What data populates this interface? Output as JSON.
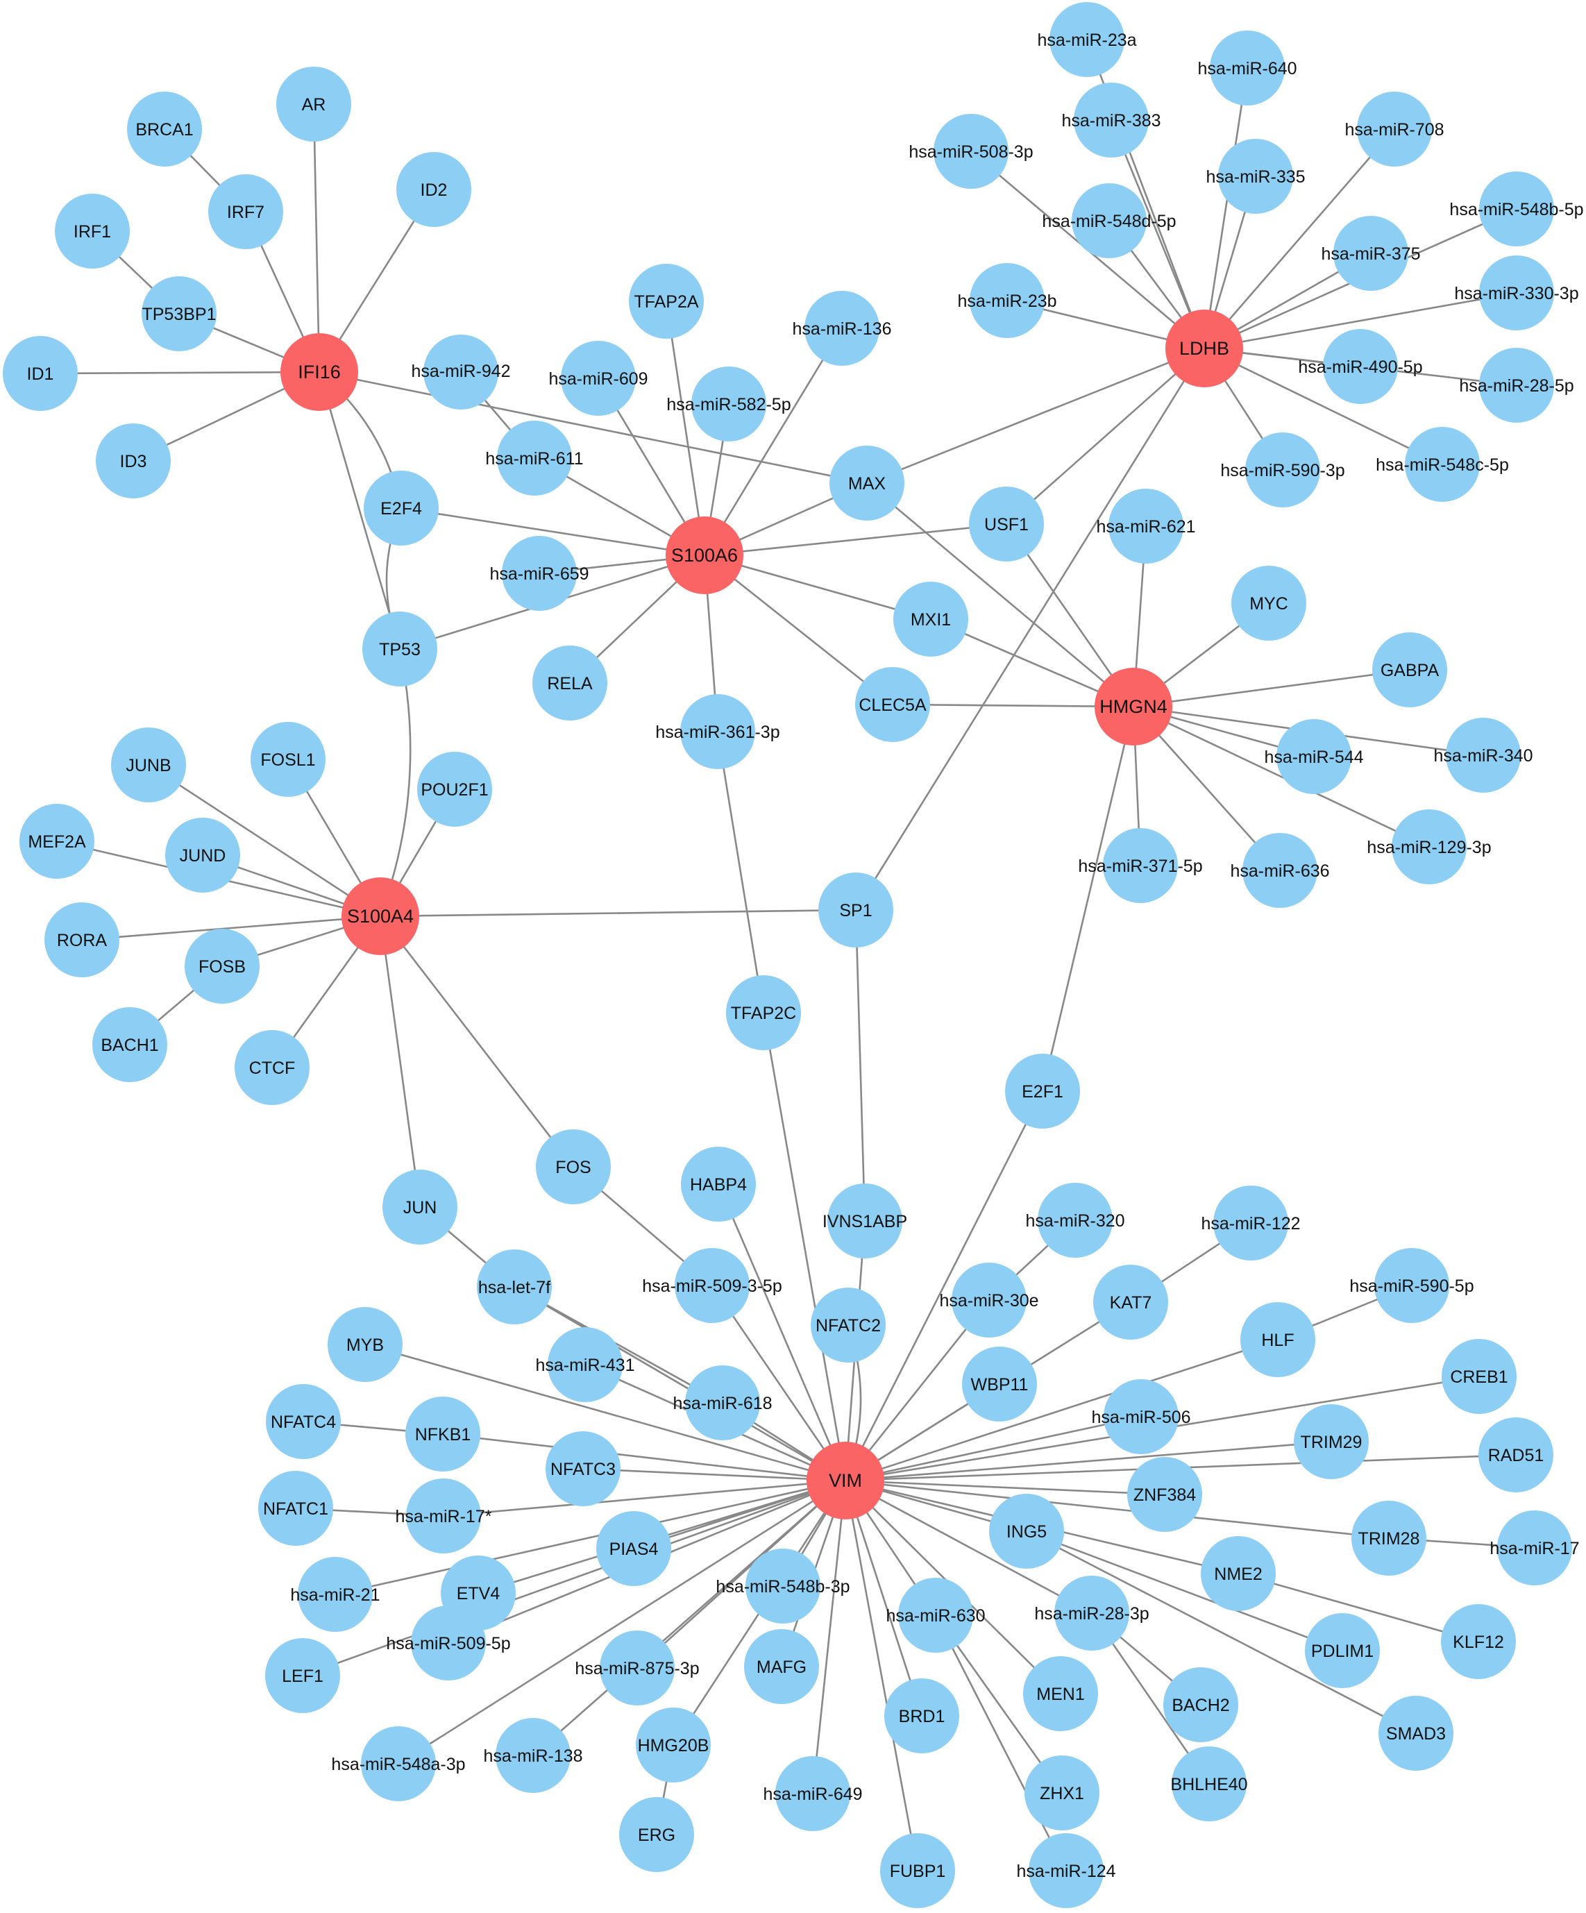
{
  "colors": {
    "hub": "#fb6464",
    "node": "#8dcff4",
    "edge": "#888888",
    "label": "#111111"
  },
  "nodes": [
    {
      "id": "IFI16",
      "hub": true
    },
    {
      "id": "LDHB",
      "hub": true
    },
    {
      "id": "S100A6",
      "hub": true
    },
    {
      "id": "HMGN4",
      "hub": true
    },
    {
      "id": "S100A4",
      "hub": true
    },
    {
      "id": "VIM",
      "hub": true
    },
    {
      "id": "AR"
    },
    {
      "id": "BRCA1"
    },
    {
      "id": "ID2"
    },
    {
      "id": "IRF7"
    },
    {
      "id": "IRF1"
    },
    {
      "id": "TP53BP1"
    },
    {
      "id": "ID1"
    },
    {
      "id": "ID3"
    },
    {
      "id": "hsa-miR-942"
    },
    {
      "id": "hsa-miR-611"
    },
    {
      "id": "E2F4"
    },
    {
      "id": "TP53"
    },
    {
      "id": "hsa-miR-659"
    },
    {
      "id": "RELA"
    },
    {
      "id": "TFAP2A"
    },
    {
      "id": "hsa-miR-609"
    },
    {
      "id": "hsa-miR-582-5p"
    },
    {
      "id": "hsa-miR-136"
    },
    {
      "id": "MAX"
    },
    {
      "id": "USF1"
    },
    {
      "id": "MXI1"
    },
    {
      "id": "CLEC5A"
    },
    {
      "id": "hsa-miR-361-3p"
    },
    {
      "id": "hsa-miR-23a"
    },
    {
      "id": "hsa-miR-640"
    },
    {
      "id": "hsa-miR-383"
    },
    {
      "id": "hsa-miR-708"
    },
    {
      "id": "hsa-miR-508-3p"
    },
    {
      "id": "hsa-miR-335"
    },
    {
      "id": "hsa-miR-548d-5p"
    },
    {
      "id": "hsa-miR-548b-5p"
    },
    {
      "id": "hsa-miR-375"
    },
    {
      "id": "hsa-miR-23b"
    },
    {
      "id": "hsa-miR-330-3p"
    },
    {
      "id": "hsa-miR-490-5p"
    },
    {
      "id": "hsa-miR-28-5p"
    },
    {
      "id": "hsa-miR-590-3p"
    },
    {
      "id": "hsa-miR-548c-5p"
    },
    {
      "id": "hsa-miR-621"
    },
    {
      "id": "MYC"
    },
    {
      "id": "GABPA"
    },
    {
      "id": "hsa-miR-544"
    },
    {
      "id": "hsa-miR-340"
    },
    {
      "id": "hsa-miR-129-3p"
    },
    {
      "id": "hsa-miR-371-5p"
    },
    {
      "id": "hsa-miR-636"
    },
    {
      "id": "JUNB"
    },
    {
      "id": "FOSL1"
    },
    {
      "id": "POU2F1"
    },
    {
      "id": "MEF2A"
    },
    {
      "id": "JUND"
    },
    {
      "id": "RORA"
    },
    {
      "id": "FOSB"
    },
    {
      "id": "BACH1"
    },
    {
      "id": "CTCF"
    },
    {
      "id": "SP1"
    },
    {
      "id": "TFAP2C"
    },
    {
      "id": "E2F1"
    },
    {
      "id": "FOS"
    },
    {
      "id": "JUN"
    },
    {
      "id": "HABP4"
    },
    {
      "id": "IVNS1ABP"
    },
    {
      "id": "hsa-miR-320"
    },
    {
      "id": "hsa-miR-122"
    },
    {
      "id": "hsa-let-7f"
    },
    {
      "id": "hsa-miR-509-3-5p"
    },
    {
      "id": "NFATC2"
    },
    {
      "id": "hsa-miR-30e"
    },
    {
      "id": "KAT7"
    },
    {
      "id": "hsa-miR-590-5p"
    },
    {
      "id": "HLF"
    },
    {
      "id": "MYB"
    },
    {
      "id": "hsa-miR-431"
    },
    {
      "id": "hsa-miR-618"
    },
    {
      "id": "WBP11"
    },
    {
      "id": "CREB1"
    },
    {
      "id": "NFATC4"
    },
    {
      "id": "NFKB1"
    },
    {
      "id": "hsa-miR-506"
    },
    {
      "id": "TRIM29"
    },
    {
      "id": "RAD51"
    },
    {
      "id": "NFATC3"
    },
    {
      "id": "NFATC1"
    },
    {
      "id": "hsa-miR-17*"
    },
    {
      "id": "ZNF384"
    },
    {
      "id": "TRIM28"
    },
    {
      "id": "hsa-miR-17"
    },
    {
      "id": "ING5"
    },
    {
      "id": "NME2"
    },
    {
      "id": "PIAS4"
    },
    {
      "id": "hsa-miR-21"
    },
    {
      "id": "ETV4"
    },
    {
      "id": "hsa-miR-548b-3p"
    },
    {
      "id": "hsa-miR-630"
    },
    {
      "id": "hsa-miR-28-3p"
    },
    {
      "id": "PDLIM1"
    },
    {
      "id": "KLF12"
    },
    {
      "id": "LEF1"
    },
    {
      "id": "hsa-miR-509-5p"
    },
    {
      "id": "hsa-miR-875-3p"
    },
    {
      "id": "MAFG"
    },
    {
      "id": "MEN1"
    },
    {
      "id": "BACH2"
    },
    {
      "id": "SMAD3"
    },
    {
      "id": "BRD1"
    },
    {
      "id": "hsa-miR-548a-3p"
    },
    {
      "id": "hsa-miR-138"
    },
    {
      "id": "HMG20B"
    },
    {
      "id": "BHLHE40"
    },
    {
      "id": "hsa-miR-649"
    },
    {
      "id": "ZHX1"
    },
    {
      "id": "ERG"
    },
    {
      "id": "FUBP1"
    },
    {
      "id": "hsa-miR-124"
    }
  ],
  "edges": [
    [
      "IFI16",
      "AR"
    ],
    [
      "IFI16",
      "IRF7"
    ],
    [
      "IRF7",
      "BRCA1"
    ],
    [
      "IFI16",
      "ID2"
    ],
    [
      "IFI16",
      "TP53BP1"
    ],
    [
      "TP53BP1",
      "IRF1"
    ],
    [
      "IFI16",
      "ID1"
    ],
    [
      "IFI16",
      "ID3"
    ],
    [
      "IFI16",
      "MAX"
    ],
    [
      "IFI16",
      "E2F4"
    ],
    [
      "IFI16",
      "TP53"
    ],
    [
      "E2F4",
      "TP53"
    ],
    [
      "hsa-miR-942",
      "hsa-miR-611"
    ],
    [
      "S100A6",
      "hsa-miR-611"
    ],
    [
      "S100A6",
      "E2F4"
    ],
    [
      "S100A6",
      "hsa-miR-659"
    ],
    [
      "S100A6",
      "TP53"
    ],
    [
      "S100A6",
      "RELA"
    ],
    [
      "S100A6",
      "TFAP2A"
    ],
    [
      "S100A6",
      "hsa-miR-609"
    ],
    [
      "S100A6",
      "hsa-miR-582-5p"
    ],
    [
      "S100A6",
      "hsa-miR-136"
    ],
    [
      "S100A6",
      "MAX"
    ],
    [
      "S100A6",
      "USF1"
    ],
    [
      "S100A6",
      "MXI1"
    ],
    [
      "S100A6",
      "CLEC5A"
    ],
    [
      "S100A6",
      "hsa-miR-361-3p"
    ],
    [
      "LDHB",
      "hsa-miR-23a"
    ],
    [
      "LDHB",
      "hsa-miR-640"
    ],
    [
      "LDHB",
      "hsa-miR-383"
    ],
    [
      "LDHB",
      "hsa-miR-708"
    ],
    [
      "LDHB",
      "hsa-miR-508-3p"
    ],
    [
      "LDHB",
      "hsa-miR-335"
    ],
    [
      "LDHB",
      "hsa-miR-548d-5p"
    ],
    [
      "LDHB",
      "hsa-miR-548b-5p"
    ],
    [
      "LDHB",
      "hsa-miR-375"
    ],
    [
      "LDHB",
      "hsa-miR-23b"
    ],
    [
      "LDHB",
      "hsa-miR-330-3p"
    ],
    [
      "LDHB",
      "hsa-miR-490-5p"
    ],
    [
      "LDHB",
      "hsa-miR-28-5p"
    ],
    [
      "LDHB",
      "hsa-miR-590-3p"
    ],
    [
      "LDHB",
      "hsa-miR-548c-5p"
    ],
    [
      "LDHB",
      "MAX"
    ],
    [
      "LDHB",
      "USF1"
    ],
    [
      "LDHB",
      "SP1"
    ],
    [
      "HMGN4",
      "MAX"
    ],
    [
      "HMGN4",
      "USF1"
    ],
    [
      "HMGN4",
      "MXI1"
    ],
    [
      "HMGN4",
      "CLEC5A"
    ],
    [
      "HMGN4",
      "hsa-miR-621"
    ],
    [
      "HMGN4",
      "MYC"
    ],
    [
      "HMGN4",
      "GABPA"
    ],
    [
      "HMGN4",
      "hsa-miR-544"
    ],
    [
      "HMGN4",
      "hsa-miR-340"
    ],
    [
      "HMGN4",
      "hsa-miR-129-3p"
    ],
    [
      "HMGN4",
      "hsa-miR-371-5p"
    ],
    [
      "HMGN4",
      "hsa-miR-636"
    ],
    [
      "HMGN4",
      "E2F1"
    ],
    [
      "S100A4",
      "TP53"
    ],
    [
      "S100A4",
      "JUNB"
    ],
    [
      "S100A4",
      "FOSL1"
    ],
    [
      "S100A4",
      "POU2F1"
    ],
    [
      "S100A4",
      "MEF2A"
    ],
    [
      "S100A4",
      "JUND"
    ],
    [
      "S100A4",
      "RORA"
    ],
    [
      "S100A4",
      "FOSB"
    ],
    [
      "FOSB",
      "BACH1"
    ],
    [
      "S100A4",
      "CTCF"
    ],
    [
      "S100A4",
      "SP1"
    ],
    [
      "S100A4",
      "FOS"
    ],
    [
      "S100A4",
      "JUN"
    ],
    [
      "hsa-miR-361-3p",
      "TFAP2C"
    ],
    [
      "SP1",
      "IVNS1ABP"
    ],
    [
      "JUN",
      "hsa-let-7f"
    ],
    [
      "hsa-let-7f",
      "hsa-miR-618"
    ],
    [
      "FOS",
      "hsa-miR-509-3-5p"
    ],
    [
      "VIM",
      "TFAP2C"
    ],
    [
      "VIM",
      "E2F1"
    ],
    [
      "VIM",
      "HABP4"
    ],
    [
      "VIM",
      "IVNS1ABP"
    ],
    [
      "VIM",
      "NFATC2"
    ],
    [
      "VIM",
      "hsa-miR-509-3-5p"
    ],
    [
      "VIM",
      "hsa-miR-618"
    ],
    [
      "VIM",
      "hsa-miR-431"
    ],
    [
      "VIM",
      "hsa-let-7f"
    ],
    [
      "VIM",
      "MYB"
    ],
    [
      "VIM",
      "NFKB1"
    ],
    [
      "NFKB1",
      "NFATC4"
    ],
    [
      "VIM",
      "NFATC3"
    ],
    [
      "VIM",
      "hsa-miR-17*"
    ],
    [
      "hsa-miR-17*",
      "NFATC1"
    ],
    [
      "VIM",
      "PIAS4"
    ],
    [
      "VIM",
      "hsa-miR-21"
    ],
    [
      "VIM",
      "ETV4"
    ],
    [
      "VIM",
      "LEF1"
    ],
    [
      "VIM",
      "hsa-miR-509-5p"
    ],
    [
      "VIM",
      "hsa-miR-875-3p"
    ],
    [
      "VIM",
      "hsa-miR-548a-3p"
    ],
    [
      "VIM",
      "hsa-miR-138"
    ],
    [
      "VIM",
      "hsa-miR-548b-3p"
    ],
    [
      "VIM",
      "MAFG"
    ],
    [
      "VIM",
      "HMG20B"
    ],
    [
      "HMG20B",
      "ERG"
    ],
    [
      "VIM",
      "hsa-miR-649"
    ],
    [
      "VIM",
      "FUBP1"
    ],
    [
      "VIM",
      "BRD1"
    ],
    [
      "VIM",
      "hsa-miR-630"
    ],
    [
      "hsa-miR-630",
      "ZHX1"
    ],
    [
      "hsa-miR-630",
      "hsa-miR-124"
    ],
    [
      "VIM",
      "MEN1"
    ],
    [
      "VIM",
      "hsa-miR-28-3p"
    ],
    [
      "hsa-miR-28-3p",
      "BACH2"
    ],
    [
      "hsa-miR-28-3p",
      "BHLHE40"
    ],
    [
      "VIM",
      "ING5"
    ],
    [
      "ING5",
      "PDLIM1"
    ],
    [
      "ING5",
      "SMAD3"
    ],
    [
      "VIM",
      "NME2"
    ],
    [
      "NME2",
      "KLF12"
    ],
    [
      "VIM",
      "TRIM28"
    ],
    [
      "TRIM28",
      "hsa-miR-17"
    ],
    [
      "VIM",
      "ZNF384"
    ],
    [
      "VIM",
      "RAD51"
    ],
    [
      "VIM",
      "TRIM29"
    ],
    [
      "VIM",
      "hsa-miR-506"
    ],
    [
      "VIM",
      "CREB1"
    ],
    [
      "VIM",
      "HLF"
    ],
    [
      "HLF",
      "hsa-miR-590-5p"
    ],
    [
      "VIM",
      "WBP11"
    ],
    [
      "VIM",
      "KAT7"
    ],
    [
      "KAT7",
      "hsa-miR-122"
    ],
    [
      "VIM",
      "hsa-miR-30e"
    ],
    [
      "hsa-miR-30e",
      "hsa-miR-320"
    ]
  ]
}
